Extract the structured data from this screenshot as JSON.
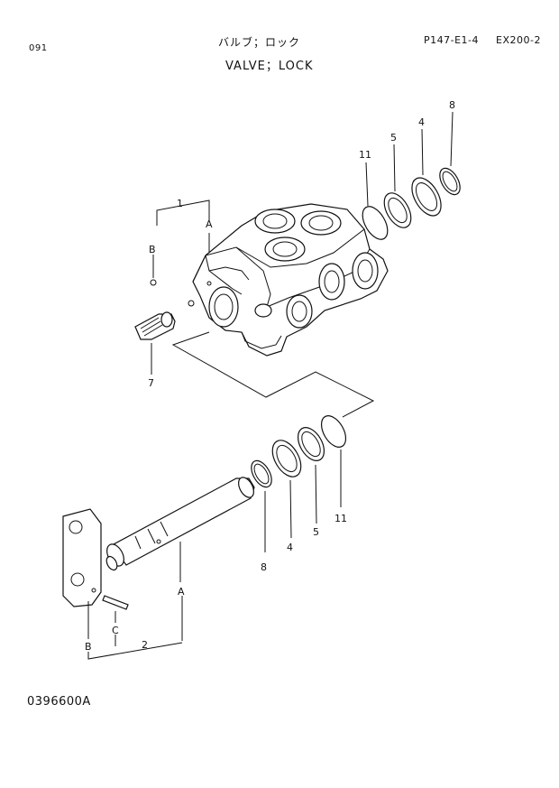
{
  "header": {
    "page_no": "091",
    "title_jp": "バルブ；ロック",
    "title_en": "VALVE；LOCK",
    "page_ref": "P147-E1-4",
    "model": "EX200-2"
  },
  "footer": {
    "drawing_no": "0396600A"
  },
  "callouts": {
    "assembly_1": "1",
    "ref_a_upper": "A",
    "ref_b_upper": "B",
    "plug_7": "7",
    "oring_11_upper": "11",
    "ring_5_upper": "5",
    "ring_4_upper": "4",
    "snap_8_upper": "8",
    "oring_11_lower": "11",
    "ring_5_lower": "5",
    "ring_4_lower": "4",
    "snap_8_lower": "8",
    "ref_a_lower": "A",
    "ref_b_lower": "B",
    "ref_c_lower": "C",
    "spool_2": "2"
  }
}
